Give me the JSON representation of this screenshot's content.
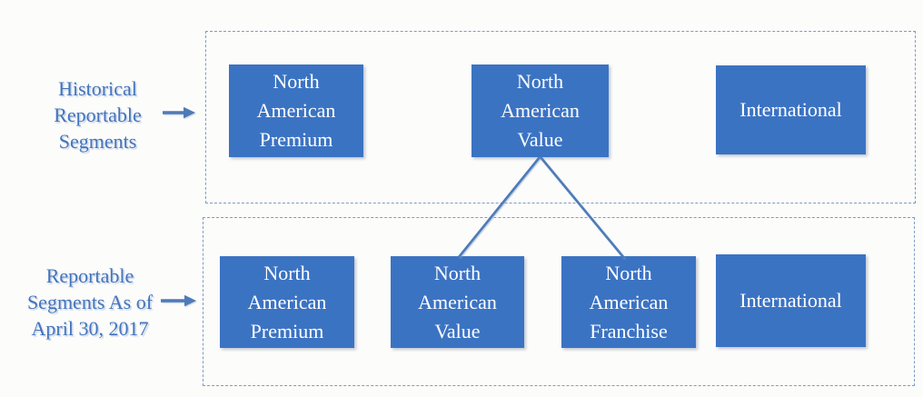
{
  "colors": {
    "box_fill": "#3B73C3",
    "box_text": "#FFFFFF",
    "label_text": "#4374BC",
    "dashed_border": "#7F9CC4",
    "connector": "#4E7BB7",
    "background": "#FCFCFB"
  },
  "row1": {
    "label": "Historical\nReportable\nSegments",
    "segments": {
      "premium": "North\nAmerican\nPremium",
      "value": "North\nAmerican\nValue",
      "international": "International"
    }
  },
  "row2": {
    "label": "Reportable\nSegments As of\nApril 30, 2017",
    "segments": {
      "premium": "North\nAmerican\nPremium",
      "value": "North\nAmerican\nValue",
      "franchise": "North\nAmerican\nFranchise",
      "international": "International"
    }
  },
  "connections": [
    {
      "from": "North American Value (Historical)",
      "to": "North American Value (As of April 30, 2017)"
    },
    {
      "from": "North American Value (Historical)",
      "to": "North American Franchise (As of April 30, 2017)"
    }
  ]
}
